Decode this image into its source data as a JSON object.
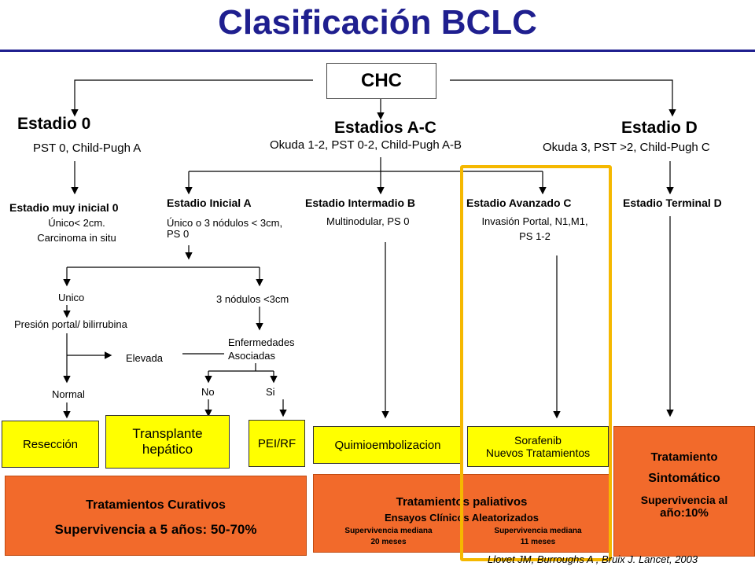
{
  "title": "Clasificación BCLC",
  "root": "CHC",
  "stage0": {
    "title": "Estadio 0",
    "desc": "PST 0, Child-Pugh A"
  },
  "stageAC": {
    "title": "Estadios A-C",
    "desc": "Okuda 1-2, PST 0-2, Child-Pugh A-B"
  },
  "stageD": {
    "title": "Estadio D",
    "desc": "Okuda 3, PST >2, Child-Pugh C"
  },
  "very_early": {
    "title": "Estadio muy inicial 0",
    "line1": "Único< 2cm.",
    "line2": "Carcinoma in situ"
  },
  "early": {
    "title": "Estadio Inicial A",
    "line1": "Único o 3 nódulos < 3cm,",
    "line2": "PS 0"
  },
  "intermediate": {
    "title": "Estadio Intermadio B",
    "desc": "Multinodular, PS 0"
  },
  "advanced": {
    "title": "Estadio Avanzado C",
    "line1": "Invasión Portal, N1,M1,",
    "line2": "PS 1-2"
  },
  "terminal": {
    "title": "Estadio Terminal D"
  },
  "flow": {
    "unico": "Unico",
    "presion": "Presión portal/ bilirrubina",
    "elevada": "Elevada",
    "normal": "Normal",
    "tres_nodulos": "3 nódulos <3cm",
    "enfermedades1": "Enfermedades",
    "enfermedades2": "Asociadas",
    "no": "No",
    "si": "Si"
  },
  "treatments": {
    "reseccion": "Resección",
    "transplante1": "Transplante",
    "transplante2": "hepático",
    "pei": "PEI/RF",
    "quimio": "Quimioembolizacion",
    "sorafenib1": "Sorafenib",
    "sorafenib2": "Nuevos Tratamientos"
  },
  "curative": {
    "title": "Tratamientos Curativos",
    "survival": "Supervivencia a 5 años: 50-70%"
  },
  "palliative": {
    "title": "Tratamientos paliativos",
    "subtitle": "Ensayos Clínicos Aleatorizados",
    "left1": "Supervivencia mediana",
    "left2": "20 meses",
    "right1": "Supervivencia mediana",
    "right2": "11 meses"
  },
  "symptomatic": {
    "line1": "Tratamiento",
    "line2": "Sintomático",
    "line3": "Supervivencia al",
    "line4": "año:10%"
  },
  "citation": "Llovet JM, Burroughs A , Bruix J. Lancet, 2003",
  "colors": {
    "title": "#1f1f8f",
    "yellow": "#ffff00",
    "orange": "#f26a2b",
    "highlight": "#f5b800"
  }
}
